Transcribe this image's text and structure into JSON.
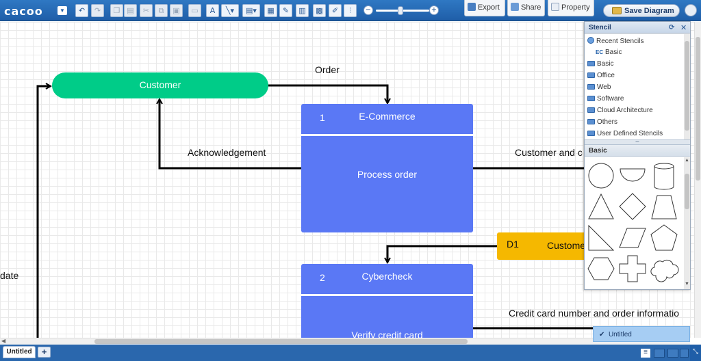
{
  "app": {
    "logo": "cacoo"
  },
  "toolbar": {
    "export_label": "Export",
    "share_label": "Share",
    "property_label": "Property",
    "save_label": "Save Diagram"
  },
  "diagram": {
    "external_entity": "Customer",
    "labels": {
      "order": "Order",
      "acknowledgement": "Acknowledgement",
      "customer_and": "Customer and c",
      "date": "date",
      "credit_card_info": "Credit card number and order informatio"
    },
    "processes": [
      {
        "number": "1",
        "title": "E-Commerce",
        "body": "Process order"
      },
      {
        "number": "2",
        "title": "Cybercheck",
        "body": "Verify credit card"
      }
    ],
    "data_store": {
      "id": "D1",
      "name": "Custome"
    },
    "colors": {
      "external_entity": "#00cc88",
      "process": "#5a78f5",
      "data_store": "#f5b800"
    }
  },
  "stencil": {
    "title": "Stencil",
    "tree": [
      {
        "label": "Recent Stencils",
        "icon": "recent-icon"
      },
      {
        "label": "Basic",
        "icon": "basic-stencil-icon"
      },
      {
        "label": "Basic",
        "icon": "folder-icon"
      },
      {
        "label": "Office",
        "icon": "folder-icon"
      },
      {
        "label": "Web",
        "icon": "folder-icon"
      },
      {
        "label": "Software",
        "icon": "folder-icon"
      },
      {
        "label": "Cloud Architecture",
        "icon": "folder-icon"
      },
      {
        "label": "Others",
        "icon": "folder-icon"
      },
      {
        "label": "User Defined Stencils",
        "icon": "folder-icon"
      }
    ],
    "section_title": "Basic",
    "shapes": [
      "circle",
      "half-circle",
      "cylinder",
      "triangle",
      "diamond",
      "trapezoid",
      "right-triangle",
      "parallelogram",
      "pentagon",
      "hexagon",
      "cross",
      "cloud"
    ]
  },
  "sheets": {
    "tab_label": "Untitled",
    "add_label": "+",
    "popup_item": "Untitled",
    "menu_icon": "list-icon"
  }
}
